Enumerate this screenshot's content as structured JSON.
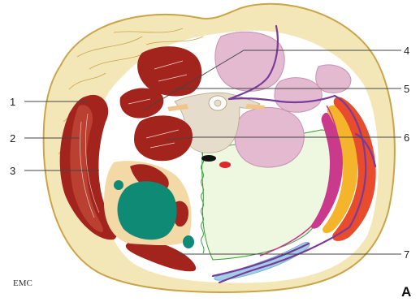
{
  "figure": {
    "panel_letter": "A",
    "logo": "EMC",
    "callouts": [
      "1",
      "2",
      "3",
      "4",
      "5",
      "6",
      "7"
    ]
  },
  "colors": {
    "skin": "#f3e7b8",
    "outline": "#c9a448",
    "muscle": "#a3241c",
    "muscle_light": "#c2493a",
    "bone": "#e6dccb",
    "visceral_pink": "#e3bad0",
    "visceral_edge": "#c98fb4",
    "mesh_green": "#eef7df",
    "mesh_edge": "#3a9d3a",
    "teal": "#0f8a75",
    "vessel_purple": "#7a3a9a",
    "magenta": "#c93a8c",
    "yellow": "#f4b42c",
    "orange_red": "#e84c2c",
    "light_blue": "#9fcfe9",
    "leader": "#444444"
  }
}
